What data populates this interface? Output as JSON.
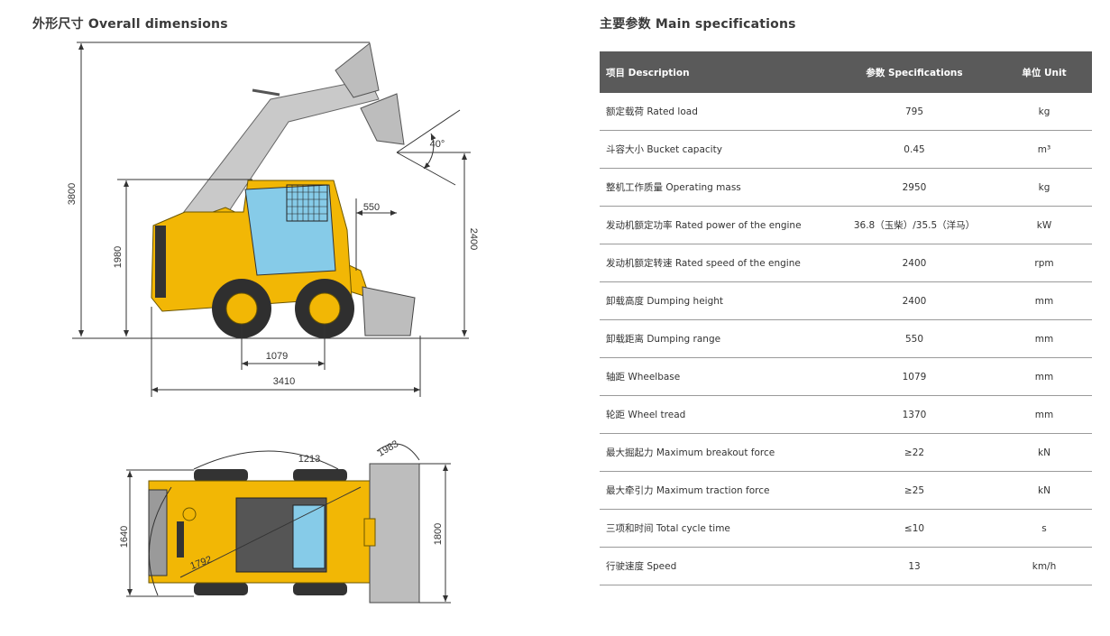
{
  "left_title": "外形尺寸 Overall dimensions",
  "right_title": "主要参数 Main specifications",
  "dimensions": {
    "overall_height": "3800",
    "cab_height": "1980",
    "dump_height": "2400",
    "dump_reach": "550",
    "dump_angle": "40°",
    "wheelbase": "1079",
    "overall_length": "3410",
    "width": "1640",
    "bucket_width": "1800",
    "radius_1213": "1213",
    "radius_1983": "1983",
    "radius_1792": "1792"
  },
  "colors": {
    "header_bg": "#5a5a5a",
    "machine_yellow": "#f2b705",
    "glass": "#86cbe8"
  },
  "table": {
    "headers": [
      "项目 Description",
      "参数 Specifications",
      "单位 Unit"
    ],
    "rows": [
      [
        "额定载荷 Rated load",
        "795",
        "kg"
      ],
      [
        "斗容大小 Bucket capacity",
        "0.45",
        "m³"
      ],
      [
        "整机工作质量 Operating mass",
        "2950",
        "kg"
      ],
      [
        "发动机额定功率 Rated power of the engine",
        "36.8（玉柴）/35.5（洋马）",
        "kW"
      ],
      [
        "发动机额定转速 Rated speed of the engine",
        "2400",
        "rpm"
      ],
      [
        "卸载高度 Dumping height",
        "2400",
        "mm"
      ],
      [
        "卸载距离 Dumping range",
        "550",
        "mm"
      ],
      [
        "轴距 Wheelbase",
        "1079",
        "mm"
      ],
      [
        "轮距 Wheel tread",
        "1370",
        "mm"
      ],
      [
        "最大掘起力 Maximum breakout force",
        "≥22",
        "kN"
      ],
      [
        "最大牵引力 Maximum traction force",
        "≥25",
        "kN"
      ],
      [
        "三项和时间 Total cycle time",
        "≤10",
        "s"
      ],
      [
        "行驶速度 Speed",
        "13",
        "km/h"
      ]
    ]
  }
}
